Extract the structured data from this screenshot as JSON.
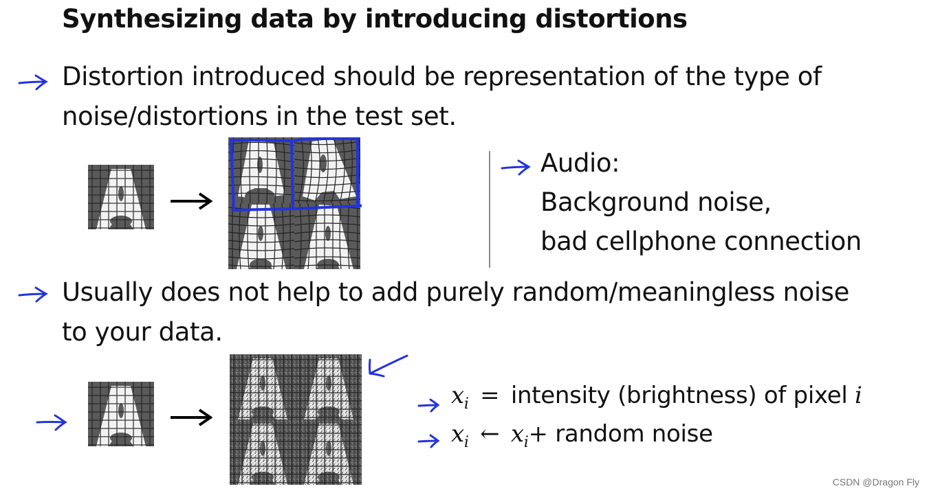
{
  "slide": {
    "title": "Synthesizing data by introducing distortions",
    "bullet1": {
      "line1": "Distortion introduced should be representation of the type of",
      "line2": "noise/distortions in the test set."
    },
    "audio": {
      "heading": "Audio:",
      "line1": "Background noise,",
      "line2": "bad cellphone connection"
    },
    "bullet2": {
      "line1": "Usually does not help to add purely random/meaningless noise",
      "line2": "to your data."
    },
    "formula1": {
      "var": "x",
      "sub": "i",
      "op": "=",
      "text": "intensity (brightness) of pixel",
      "index": "i"
    },
    "formula2": {
      "var": "x",
      "sub": "i",
      "op": "←",
      "var2": "x",
      "sub2": "i",
      "plus": "+",
      "text": "random noise"
    },
    "watermark": "CSDN @Dragon Fly"
  },
  "colors": {
    "annotation_blue": "#2233dd",
    "text": "#111111",
    "tile_dark": "#5a5a5a",
    "tile_light": "#f2f2f2"
  },
  "icons": {
    "annotation_arrow": "hand-drawn-arrow-icon",
    "transform_arrow": "right-arrow-icon"
  }
}
